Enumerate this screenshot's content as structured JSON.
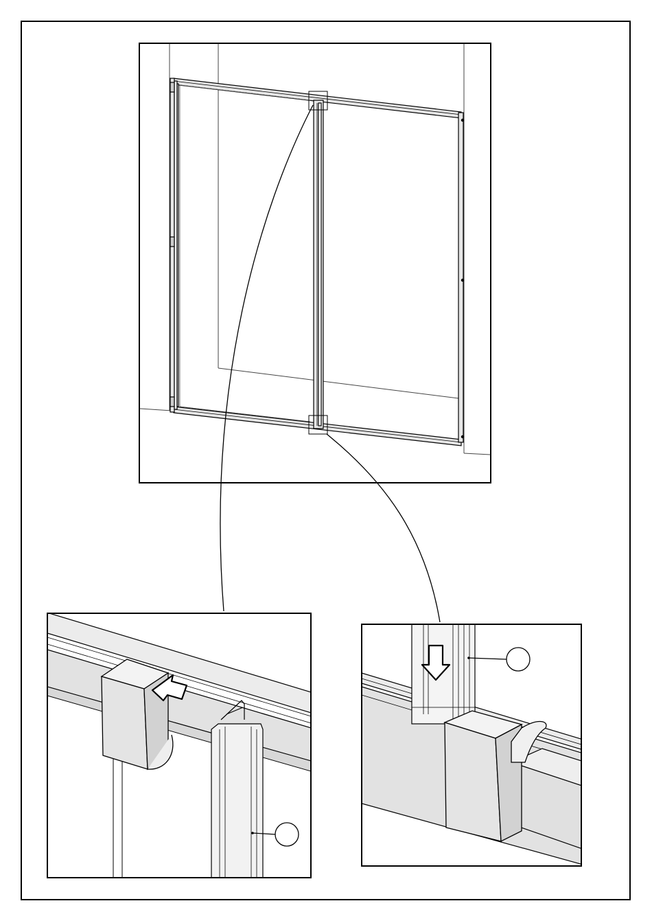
{
  "document": {
    "type": "assembly-instruction-step",
    "views": [
      {
        "id": "overview",
        "depicts": "shower-door-frame-with-sliding-panel"
      },
      {
        "id": "detail-top",
        "depicts": "top-rail-guide-and-profile",
        "arrow": "left"
      },
      {
        "id": "detail-bottom",
        "depicts": "bottom-rail-guide-and-profile",
        "arrow": "down"
      }
    ],
    "callouts": [
      {
        "id": "callout-top",
        "label": ""
      },
      {
        "id": "callout-bottom",
        "label": ""
      }
    ]
  },
  "colors": {
    "stroke": "#000000",
    "frame_fill": "#e6e6e6",
    "glass_fill": "#f1f1f1",
    "shade_fill": "#d2d2d2",
    "paper": "#ffffff"
  }
}
